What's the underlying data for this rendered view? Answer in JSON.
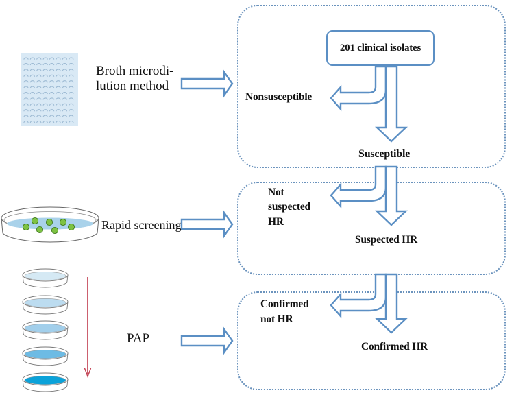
{
  "colors": {
    "arrow_outline": "#5b8fc4",
    "stage_border": "#6b93bd",
    "plate_fill": "#d9e9f5",
    "well_outline": "#9dbad3",
    "agar_fill": "#a9d2ea",
    "colony_fill": "#7dc242",
    "colony_outline": "#3f7a1e",
    "gradient_arrow": "#c0394b",
    "pap_agar_fills": [
      "#d5e9f4",
      "#bcdcf0",
      "#a2cfeb",
      "#6dbbe4",
      "#0ba2d9"
    ]
  },
  "methods": [
    {
      "id": "broth",
      "label": "Broth microdi-\nlution method",
      "icon": "microplate-icon"
    },
    {
      "id": "rapid",
      "label": "Rapid screening",
      "icon": "petri-dish-icon"
    },
    {
      "id": "pap",
      "label": "PAP",
      "icon": "stacked-petri-dishes-icon"
    }
  ],
  "microplate": {
    "columns": 8,
    "rows": 12
  },
  "colonies": 7,
  "pap_dishes": 5,
  "flow": {
    "start": "201 clinical isolates",
    "stages": [
      {
        "negative": "Nonsusceptible",
        "positive": "Susceptible"
      },
      {
        "negative": "Not\nsuspected\nHR",
        "positive": "Suspected HR"
      },
      {
        "negative": "Confirmed\nnot HR",
        "positive": "Confirmed HR"
      }
    ]
  }
}
